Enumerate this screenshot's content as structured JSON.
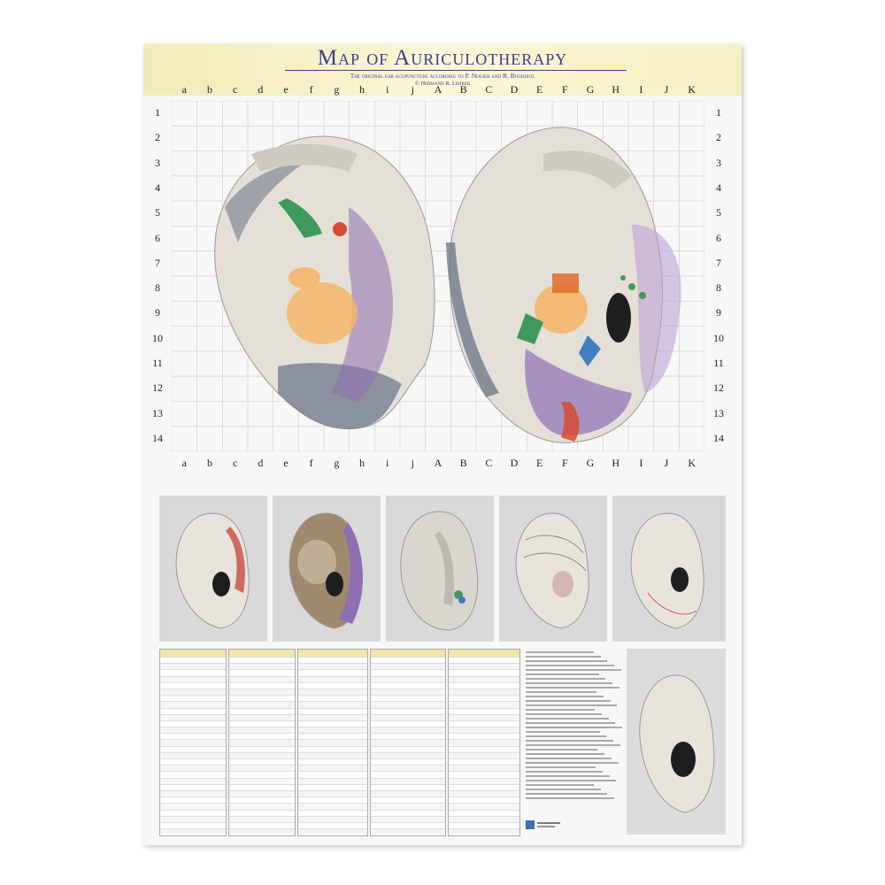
{
  "poster": {
    "title": "Map of Auriculotherapy",
    "subtitle": "The original ear acupuncture according to P. Nogier and R. Bourdiol",
    "copyright": "© Hermann R. Lehrer"
  },
  "grid": {
    "top_columns": [
      "a",
      "b",
      "c",
      "d",
      "e",
      "f",
      "g",
      "h",
      "i",
      "j",
      "A",
      "B",
      "C",
      "D",
      "E",
      "F",
      "G",
      "H",
      "I",
      "J",
      "K"
    ],
    "bottom_columns": [
      "a",
      "b",
      "c",
      "d",
      "e",
      "f",
      "g",
      "h",
      "i",
      "j",
      "A",
      "B",
      "C",
      "D",
      "E",
      "F",
      "G",
      "H",
      "I",
      "J",
      "K"
    ],
    "rows": [
      "1",
      "2",
      "3",
      "4",
      "5",
      "6",
      "7",
      "8",
      "9",
      "10",
      "11",
      "12",
      "13",
      "14"
    ]
  },
  "colors": {
    "title_blue": "#3b3f8e",
    "header_yellow": "#f2eab8",
    "table_header": "#f1e7a8",
    "ear_skin": "#e4e0d8",
    "ear_gray": "#6f7a8c",
    "zone_purple": "#8e6fb3",
    "zone_orange": "#f4b66a",
    "zone_green": "#3f9a5c",
    "zone_red": "#d84a35"
  }
}
